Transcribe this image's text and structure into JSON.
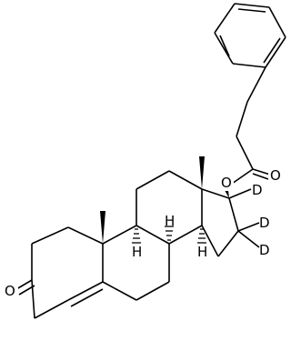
{
  "structure": {
    "atom_labels": {
      "ester_oxygen": "O",
      "ketone_oxygen": "O",
      "acyl_oxygen": "O",
      "deuterium_c17": "D",
      "deuterium_c16a": "D",
      "deuterium_c16b": "D",
      "h_c8": "H",
      "h_c9": "H",
      "h_c14": "H"
    },
    "colors": {
      "bond": "#000000",
      "background": "#ffffff"
    }
  }
}
